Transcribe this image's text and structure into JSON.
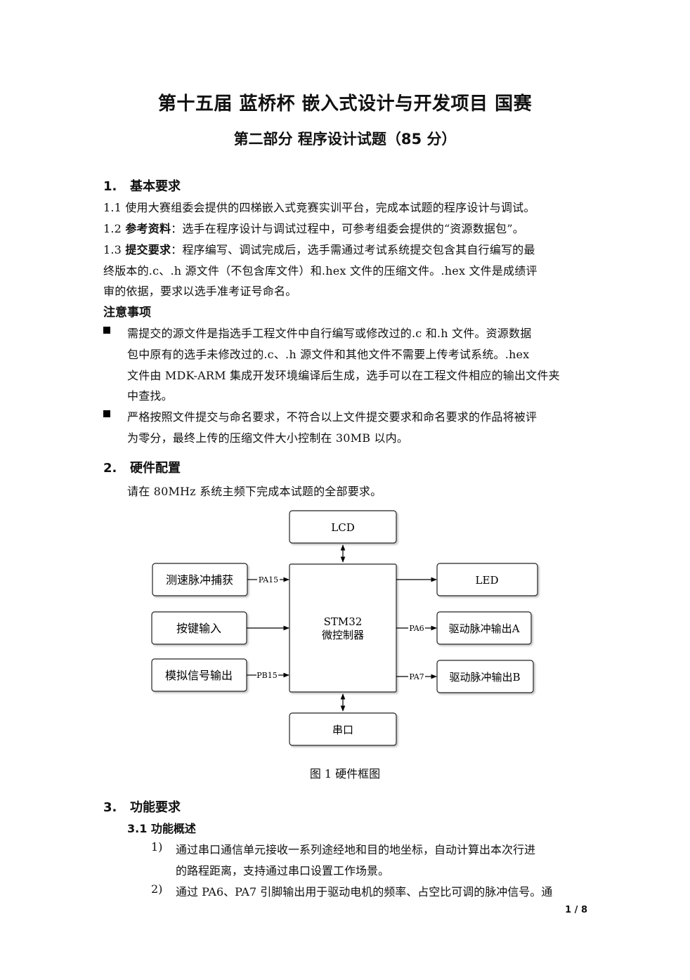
{
  "title": "第十五届 蓝桥杯 嵌入式设计与开发项目 国赛",
  "subtitle": "第二部分 程序设计试题（85 分）",
  "s1": {
    "num": "1.",
    "heading": "基本要求",
    "l1": "1.1 使用大赛组委会提供的四梯嵌入式竞赛实训平台，完成本试题的程序设计与调试。",
    "l2_prefix": "1.2 ",
    "l2_bold": "参考资料",
    "l2_rest": "：选手在程序设计与调试过程中，可参考组委会提供的“资源数据包”。",
    "l3_prefix": "1.3 ",
    "l3_bold": "提交要求",
    "l3_rest": "：程序编写、调试完成后，选手需通过考试系统提交包含其自行编写的最",
    "l4": "终版本的.c、.h 源文件（不包含库文件）和.hex 文件的压缩文件。.hex 文件是成绩评",
    "l5": "审的依据，要求以选手准考证号命名。"
  },
  "notes": {
    "heading": "注意事项",
    "b1_l1": "需提交的源文件是指选手工程文件中自行编写或修改过的.c 和.h 文件。资源数据",
    "b1_l2": "包中原有的选手未修改过的.c、.h 源文件和其他文件不需要上传考试系统。.hex",
    "b1_l3": "文件由 MDK-ARM 集成开发环境编译后生成，选手可以在工程文件相应的输出文件夹",
    "b1_l4": "中查找。",
    "b2_l1": "严格按照文件提交与命名要求，不符合以上文件提交要求和命名要求的作品将被评",
    "b2_l2": "为零分，最终上传的压缩文件大小控制在 30MB 以内。"
  },
  "s2": {
    "num": "2.",
    "heading": "硬件配置",
    "l1": "请在 80MHz 系统主频下完成本试题的全部要求。"
  },
  "diagram": {
    "lcd": "LCD",
    "speed": "测速脉冲捕获",
    "key": "按键输入",
    "analog": "模拟信号输出",
    "mcu_l1": "STM32",
    "mcu_l2": "微控制器",
    "led": "LED",
    "outA": "驱动脉冲输出A",
    "outB": "驱动脉冲输出B",
    "uart": "串口",
    "pa15": "PA15",
    "pb15": "PB15",
    "pa6": "PA6",
    "pa7": "PA7"
  },
  "caption": "图 1 硬件框图",
  "s3": {
    "num": "3.",
    "heading": "功能要求",
    "sub": "3.1 功能概述",
    "e1_num": "1)",
    "e1_l1": "通过串口通信单元接收一系列途经地和目的地坐标，自动计算出本次行进",
    "e1_l2": "的路程距离，支持通过串口设置工作场景。",
    "e2_num": "2)",
    "e2_l1": "通过 PA6、PA7 引脚输出用于驱动电机的频率、占空比可调的脉冲信号。通"
  },
  "page": "1 / 8"
}
